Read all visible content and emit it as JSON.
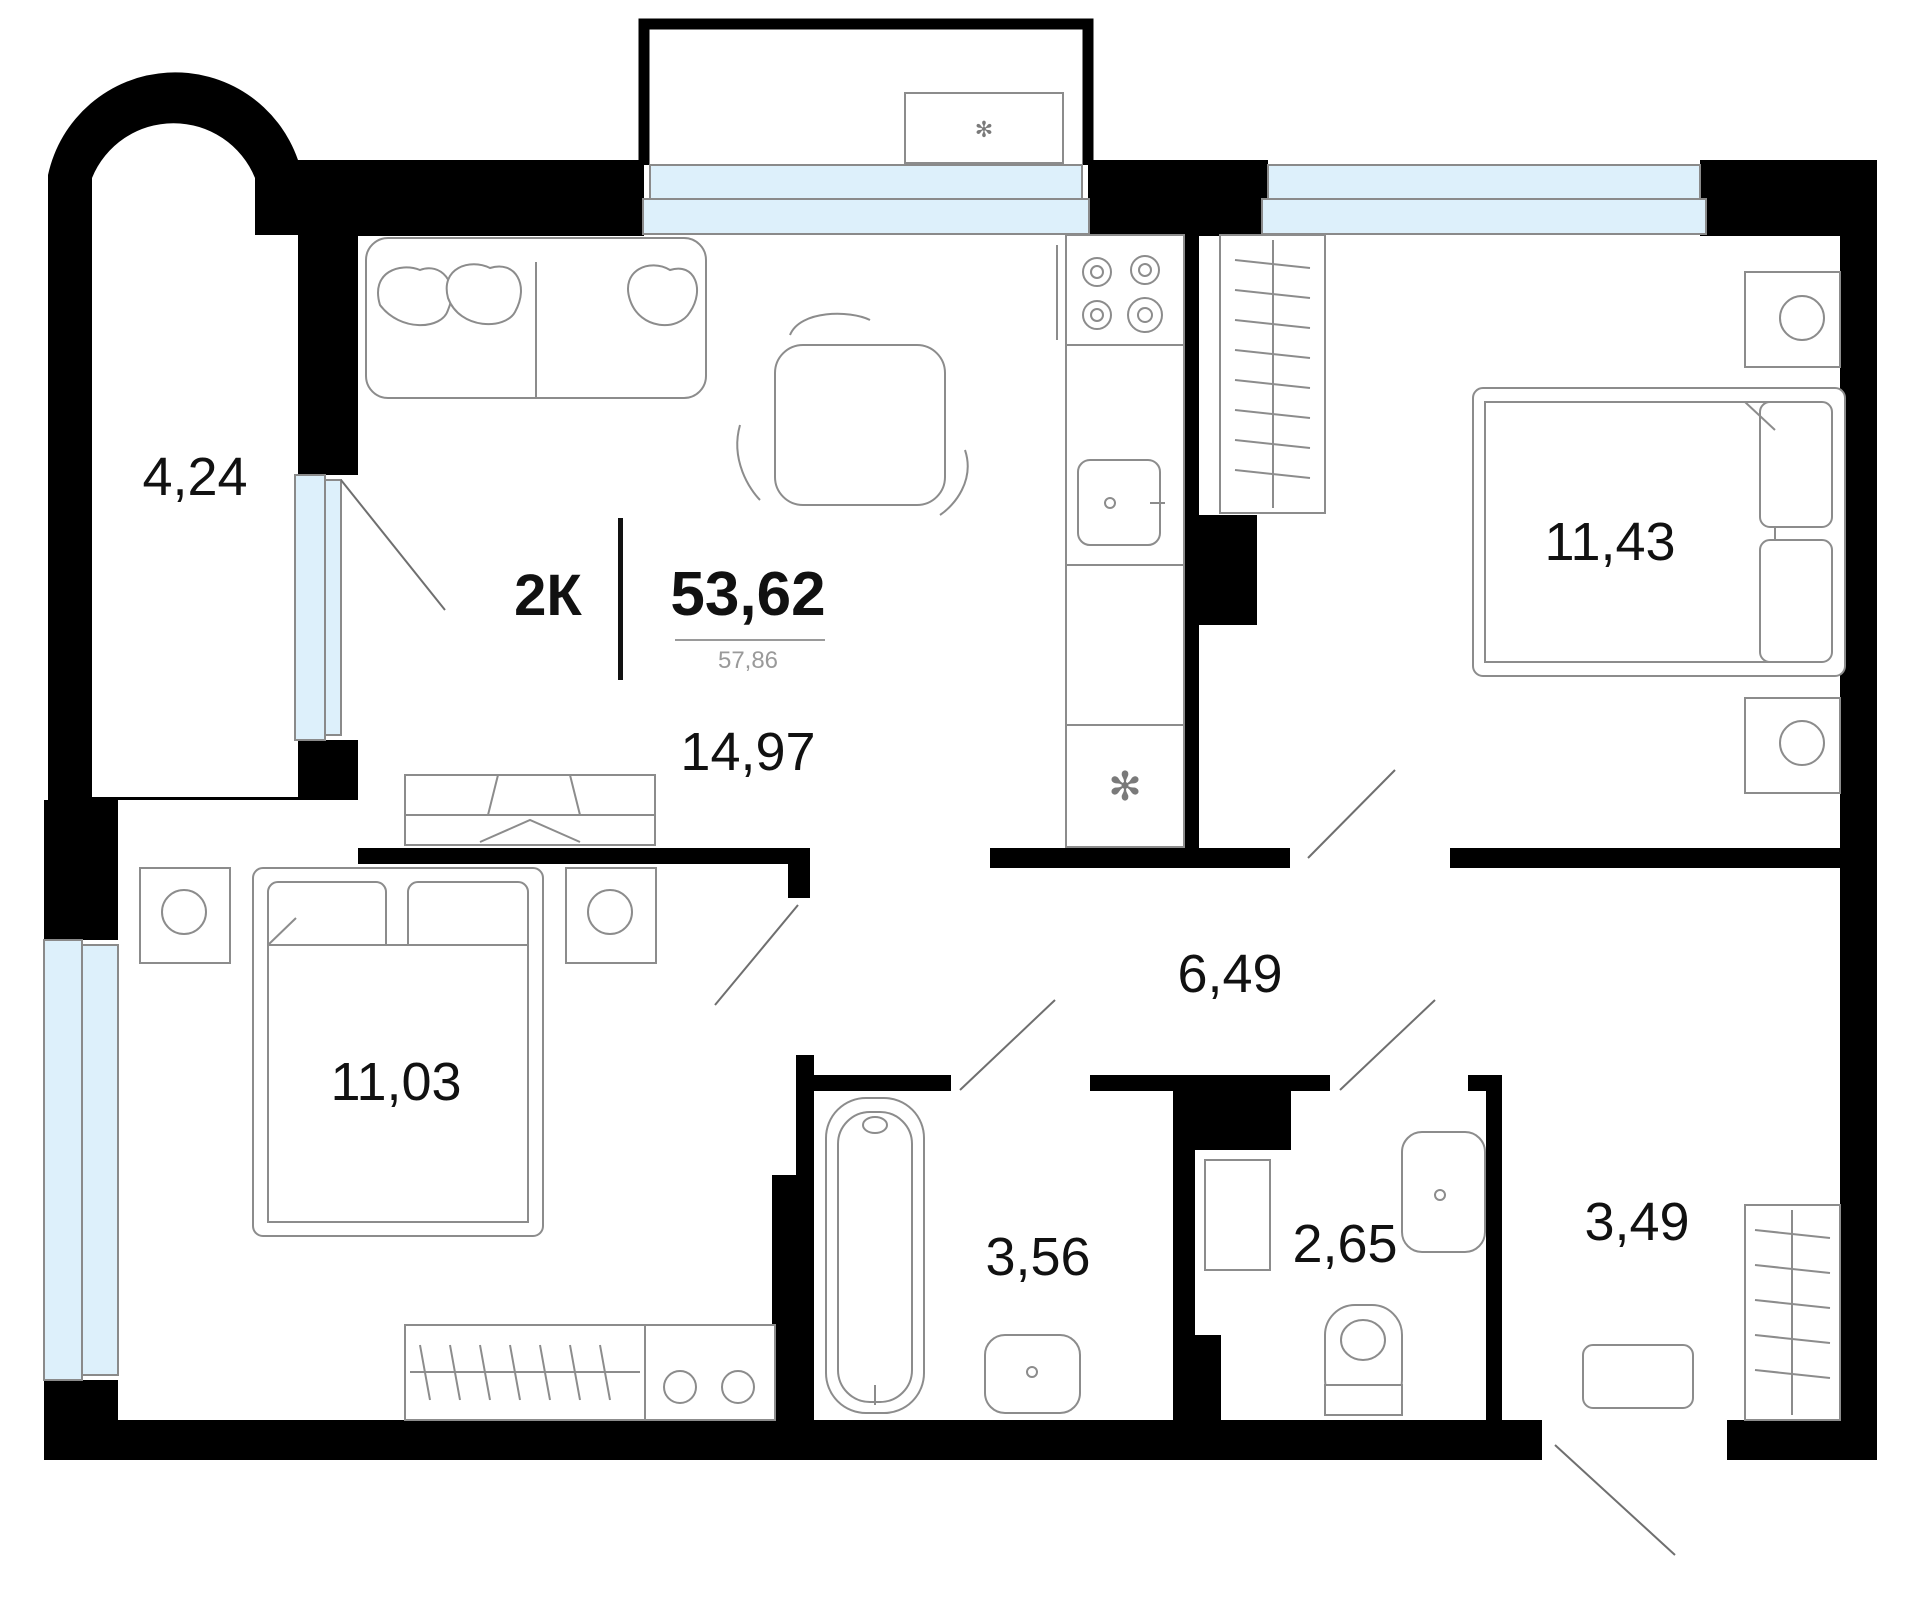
{
  "apartment": {
    "type_label": "2К",
    "total_area": "53,62",
    "total_area_with_balcony": "57,86"
  },
  "rooms": [
    {
      "id": "balcony",
      "area": "4,24"
    },
    {
      "id": "kitchen-living",
      "area": "14,97"
    },
    {
      "id": "bedroom-right",
      "area": "11,43"
    },
    {
      "id": "bedroom-left",
      "area": "11,03"
    },
    {
      "id": "hallway",
      "area": "6,49"
    },
    {
      "id": "bathroom",
      "area": "3,56"
    },
    {
      "id": "toilet",
      "area": "2,65"
    },
    {
      "id": "entry",
      "area": "3,49"
    }
  ],
  "colors": {
    "wall": "#000000",
    "window": "#ddf0fb",
    "furniture_stroke": "#8c8c8c",
    "text": "#111111",
    "muted_text": "#9a9a9a"
  }
}
